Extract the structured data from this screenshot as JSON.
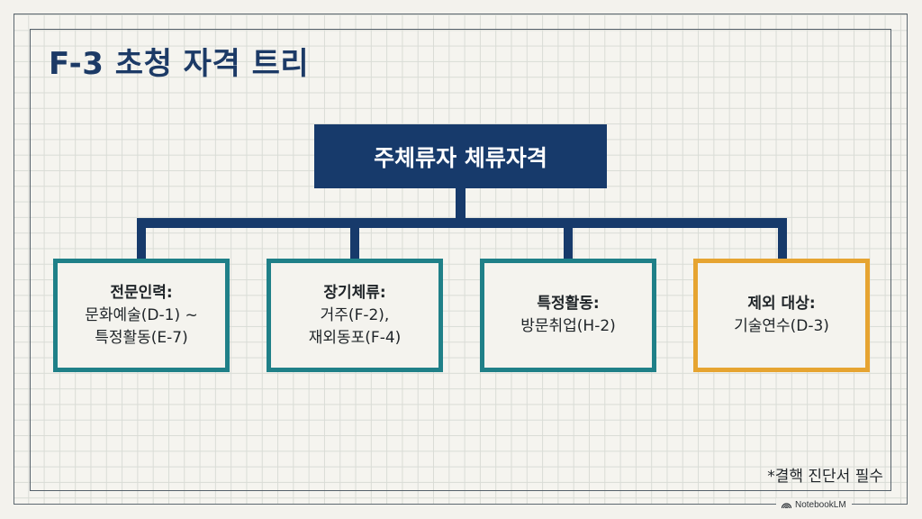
{
  "title": "F-3 초청 자격 트리",
  "root": {
    "label": "주체류자 체류자격"
  },
  "children": [
    {
      "title": "전문인력:",
      "lines": [
        "문화예술(D-1) ~",
        "특정활동(E-7)"
      ],
      "type": "included"
    },
    {
      "title": "장기체류:",
      "lines": [
        "거주(F-2),",
        "재외동포(F-4)"
      ],
      "type": "included"
    },
    {
      "title": "특정활동:",
      "lines": [
        "방문취업(H-2)"
      ],
      "type": "included"
    },
    {
      "title": "제외 대상:",
      "lines": [
        "기술연수(D-3)"
      ],
      "type": "excluded"
    }
  ],
  "footnote": "*결핵 진단서 필수",
  "brand": {
    "label": "NotebookLM",
    "icon": "notebooklm-logo-icon"
  },
  "colors": {
    "navy": "#173a6b",
    "teal": "#1f8088",
    "amber": "#e6a431",
    "background": "#f5f4ef"
  }
}
